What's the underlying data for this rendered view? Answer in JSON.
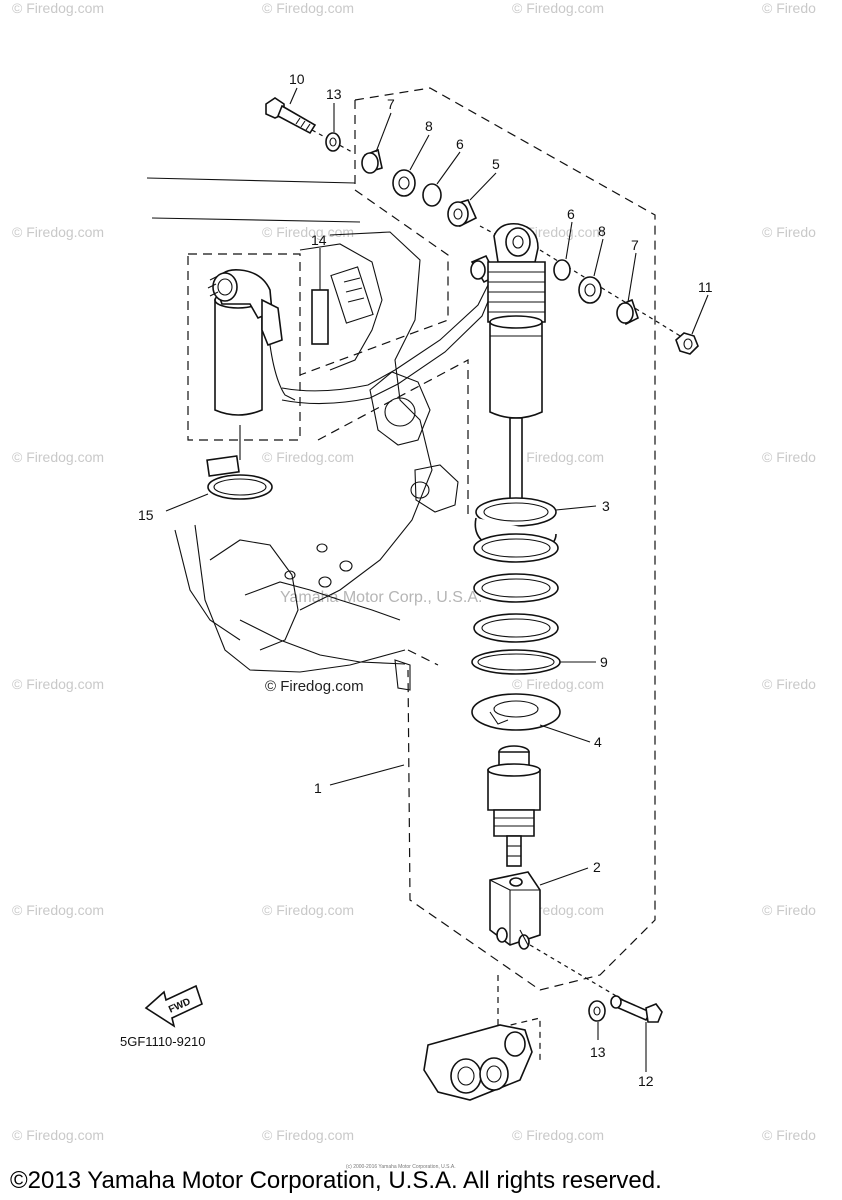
{
  "diagram": {
    "code": "5GF1110-9210",
    "fwd_label": "FWD",
    "callouts": {
      "c1": "1",
      "c2": "2",
      "c3": "3",
      "c4": "4",
      "c5": "5",
      "c6a": "6",
      "c6b": "6",
      "c7a": "7",
      "c7b": "7",
      "c8a": "8",
      "c8b": "8",
      "c9": "9",
      "c10": "10",
      "c11": "11",
      "c12": "12",
      "c13a": "13",
      "c13b": "13",
      "c14": "14",
      "c15": "15"
    }
  },
  "watermarks": {
    "firedog": "© Firedog.com",
    "firedog_short": "© Firedo",
    "yamaha_center": "Yamaha Motor Corp., U.S.A.",
    "tiny_credit": "(c) 2000-2016 Yamaha Motor Corporation, U.S.A."
  },
  "footer": {
    "copyright": "©2013 Yamaha Motor Corporation, U.S.A. All rights reserved."
  }
}
